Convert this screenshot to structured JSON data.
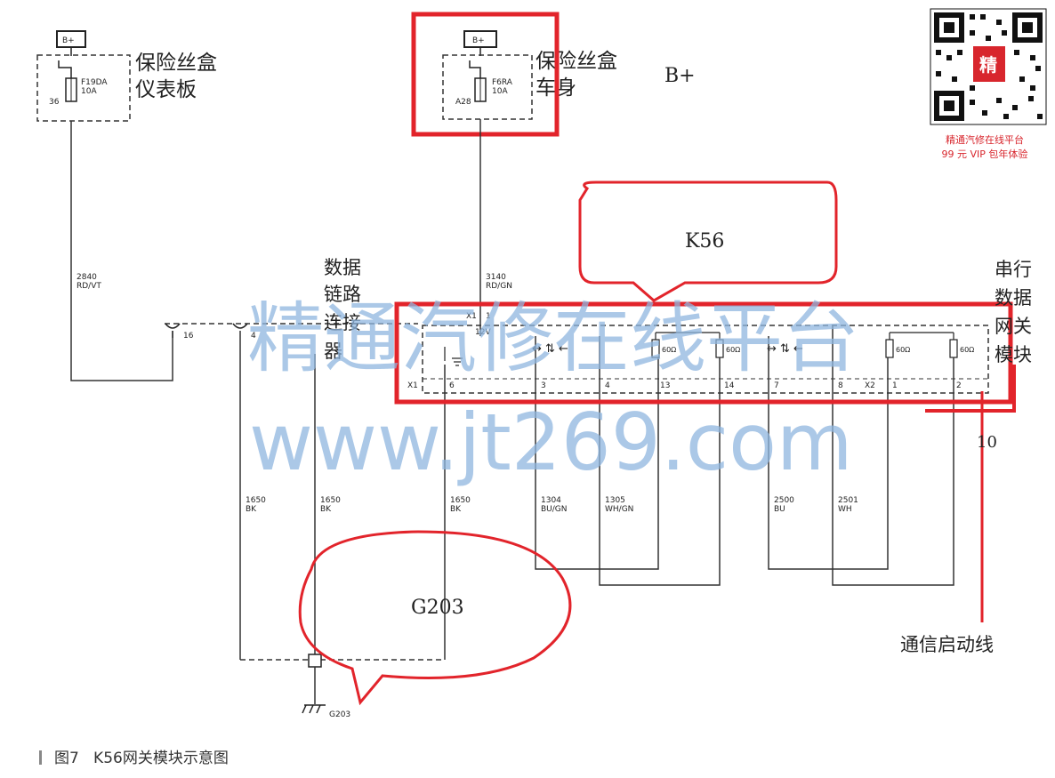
{
  "figure": {
    "caption_number": "图7",
    "caption_text": "K56网关模块示意图"
  },
  "fuse_box_ip": {
    "label_line1": "保险丝盒",
    "label_line2": "仪表板",
    "source": "B+",
    "fuse_name": "F19DA",
    "fuse_rating": "10A",
    "pin": "36"
  },
  "fuse_box_body": {
    "label_line1": "保险丝盒",
    "label_line2": "车身",
    "source": "B+",
    "fuse_name": "F6RA",
    "fuse_rating": "10A",
    "pin": "A28"
  },
  "annotations": {
    "bplus": "B+",
    "k56": "K56",
    "g203": "G203",
    "module_label": [
      "串行",
      "数据",
      "网关",
      "模块"
    ],
    "dlc_label": [
      "数据",
      "链路",
      "连接",
      "器"
    ],
    "wakeup_label": "通信启动线",
    "wakeup_number": "10"
  },
  "wires": [
    {
      "circuit": "2840",
      "color": "RD/VT"
    },
    {
      "circuit": "3140",
      "color": "RD/GN"
    },
    {
      "circuit": "1650",
      "color": "BK"
    },
    {
      "circuit": "1650",
      "color": "BK"
    },
    {
      "circuit": "1650",
      "color": "BK"
    },
    {
      "circuit": "1304",
      "color": "BU/GN"
    },
    {
      "circuit": "1305",
      "color": "WH/GN"
    },
    {
      "circuit": "2500",
      "color": "BU"
    },
    {
      "circuit": "2501",
      "color": "WH"
    }
  ],
  "module": {
    "connector_x1": "X1",
    "connector_x2": "X2",
    "supply_pin": "1",
    "supply_voltage": "12V",
    "pins": [
      "6",
      "3",
      "4",
      "13",
      "14",
      "7",
      "8",
      "1",
      "2"
    ],
    "resistor": "60Ω"
  },
  "dlc": {
    "pin_16": "16",
    "pin_4": "4"
  },
  "ground": {
    "label": "G203"
  },
  "watermark": {
    "line1": "精通汽修在线平台",
    "line2": "www.jt269.com"
  },
  "promo": {
    "qr_char": "精",
    "line1": "精通汽修在线平台",
    "line2": "99 元 VIP 包年体验"
  },
  "colors": {
    "highlight_red": "#e2242b",
    "wire": "#333333",
    "watermark_blue": "#8fb6e0"
  }
}
